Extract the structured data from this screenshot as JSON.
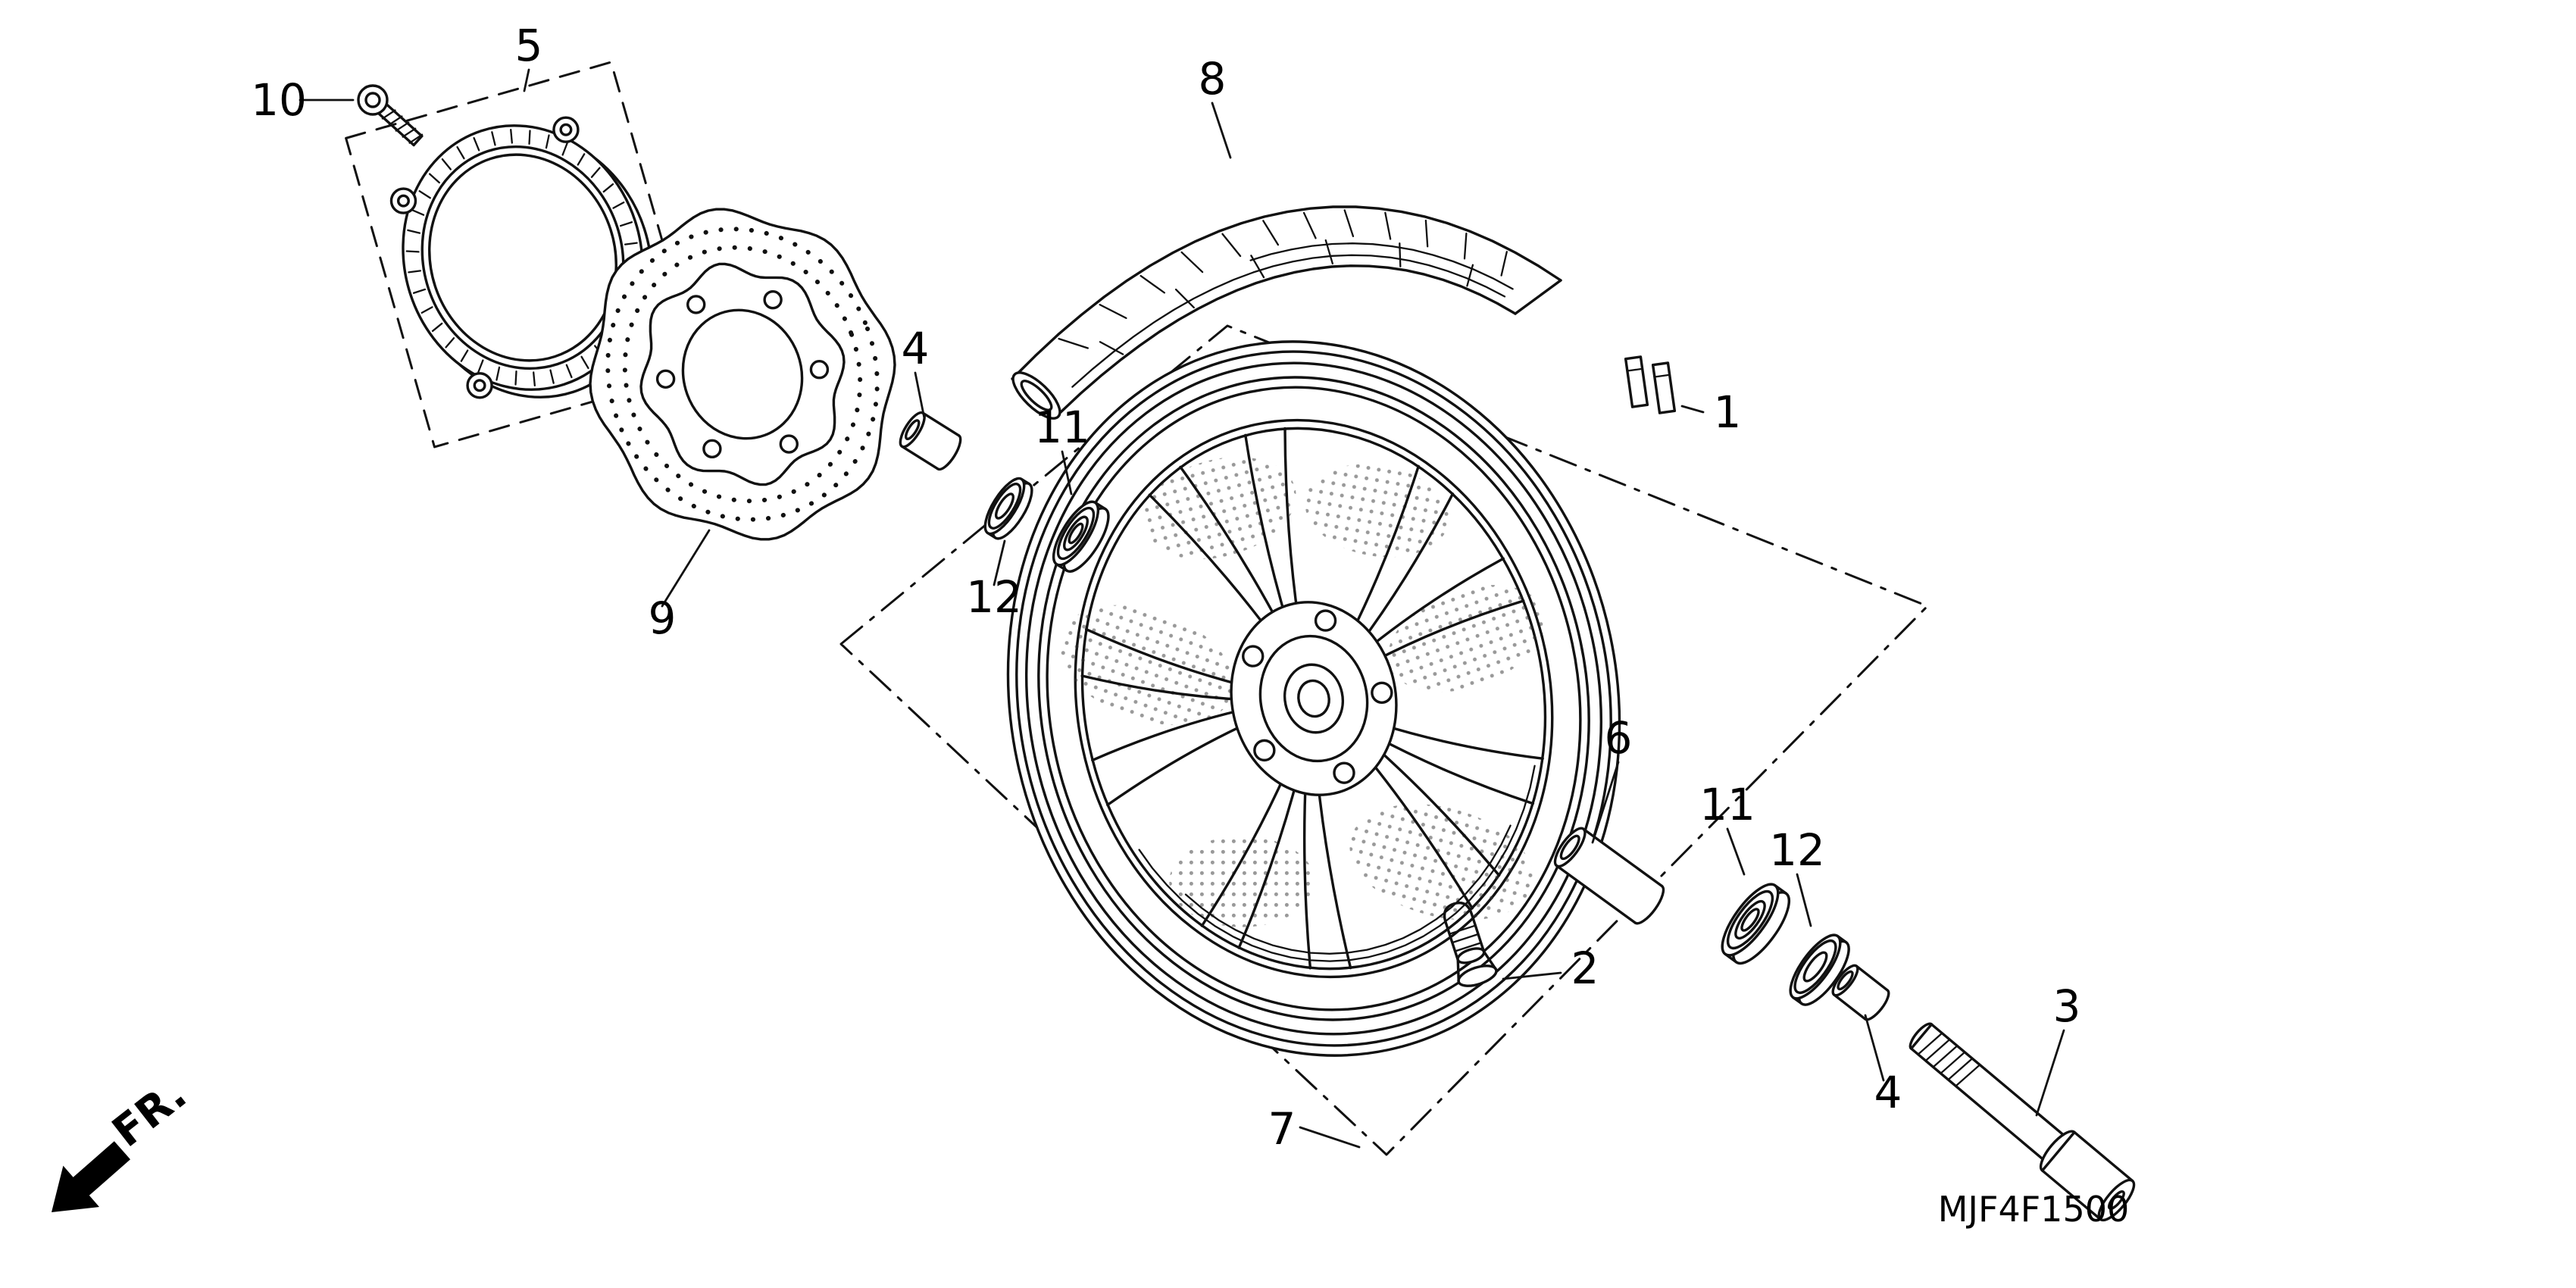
{
  "diagram": {
    "code": "MJF4F1500",
    "front_marker": "FR."
  },
  "callouts": {
    "c1": "1",
    "c2": "2",
    "c3": "3",
    "c4_left": "4",
    "c4_right": "4",
    "c5": "5",
    "c6": "6",
    "c7": "7",
    "c8": "8",
    "c9": "9",
    "c10": "10",
    "c11_left": "11",
    "c11_right": "11",
    "c12_left": "12",
    "c12_right": "12"
  }
}
